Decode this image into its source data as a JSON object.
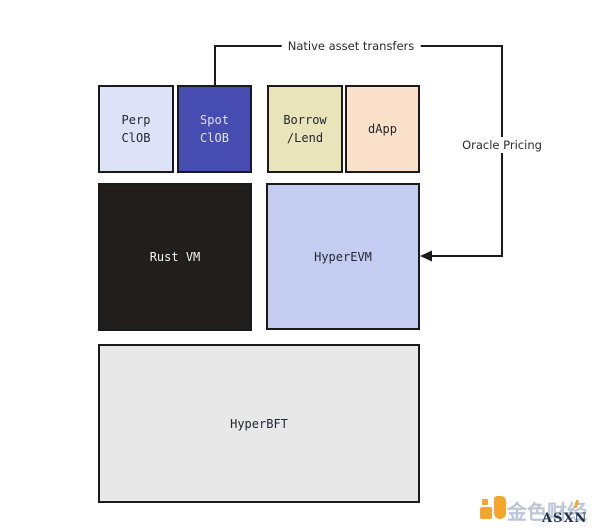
{
  "diagram": {
    "edge_labels": {
      "native_asset_transfers": "Native asset transfers",
      "oracle_pricing": "Oracle Pricing"
    },
    "boxes": {
      "perp_clob": {
        "label": "Perp\nClOB",
        "color": "#dee2f6",
        "text_color": "#23262f"
      },
      "spot_clob": {
        "label": "Spot\nClOB",
        "color": "#474cb0",
        "text_color": "#dfe3f7"
      },
      "borrow_lend": {
        "label": "Borrow\n/Lend",
        "color": "#e9e4ba",
        "text_color": "#23262f"
      },
      "dapp": {
        "label": "dApp",
        "color": "#fbe1ca",
        "text_color": "#23262f"
      },
      "rust_vm": {
        "label": "Rust VM",
        "color": "#211e1e",
        "text_color": "#f4f2f2"
      },
      "hyperevm": {
        "label": "HyperEVM",
        "color": "#c4cdf1",
        "text_color": "#23262f"
      },
      "hyperbft": {
        "label": "HyperBFT",
        "color": "#e8e8e8",
        "text_color": "#23262f"
      }
    },
    "line_color": "#1a1a1a"
  },
  "watermark": {
    "site_name": "金色财经",
    "attribution": "ASXN",
    "logo_color": "#f3a52c",
    "site_name_color": "#b0bdd3",
    "attribution_color": "#22304a"
  }
}
